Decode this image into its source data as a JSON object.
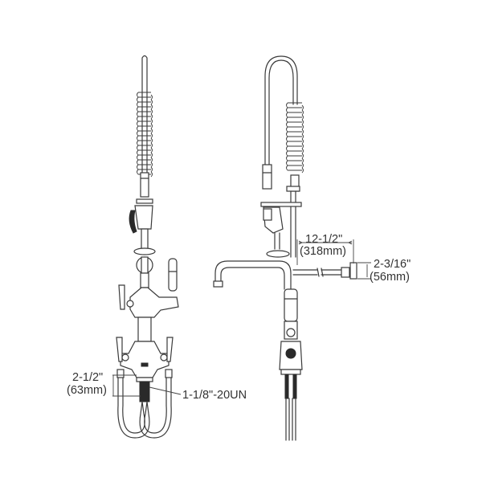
{
  "diagram": {
    "subject": "Pre-rinse faucet assembly - front and side views",
    "views": [
      "front-view",
      "side-view"
    ],
    "dimensions": {
      "spout_reach": {
        "imperial": "12-1/2\"",
        "metric": "(318mm)"
      },
      "wall_bracket_height": {
        "imperial": "2-3/16\"",
        "metric": "(56mm)"
      },
      "shank_length": {
        "imperial": "2-1/2\"",
        "metric": "(63mm)"
      },
      "thread_spec": {
        "text": "1-1/8\"-20UN"
      }
    },
    "colors": {
      "line": "#3a3a3a",
      "background": "#ffffff"
    }
  }
}
